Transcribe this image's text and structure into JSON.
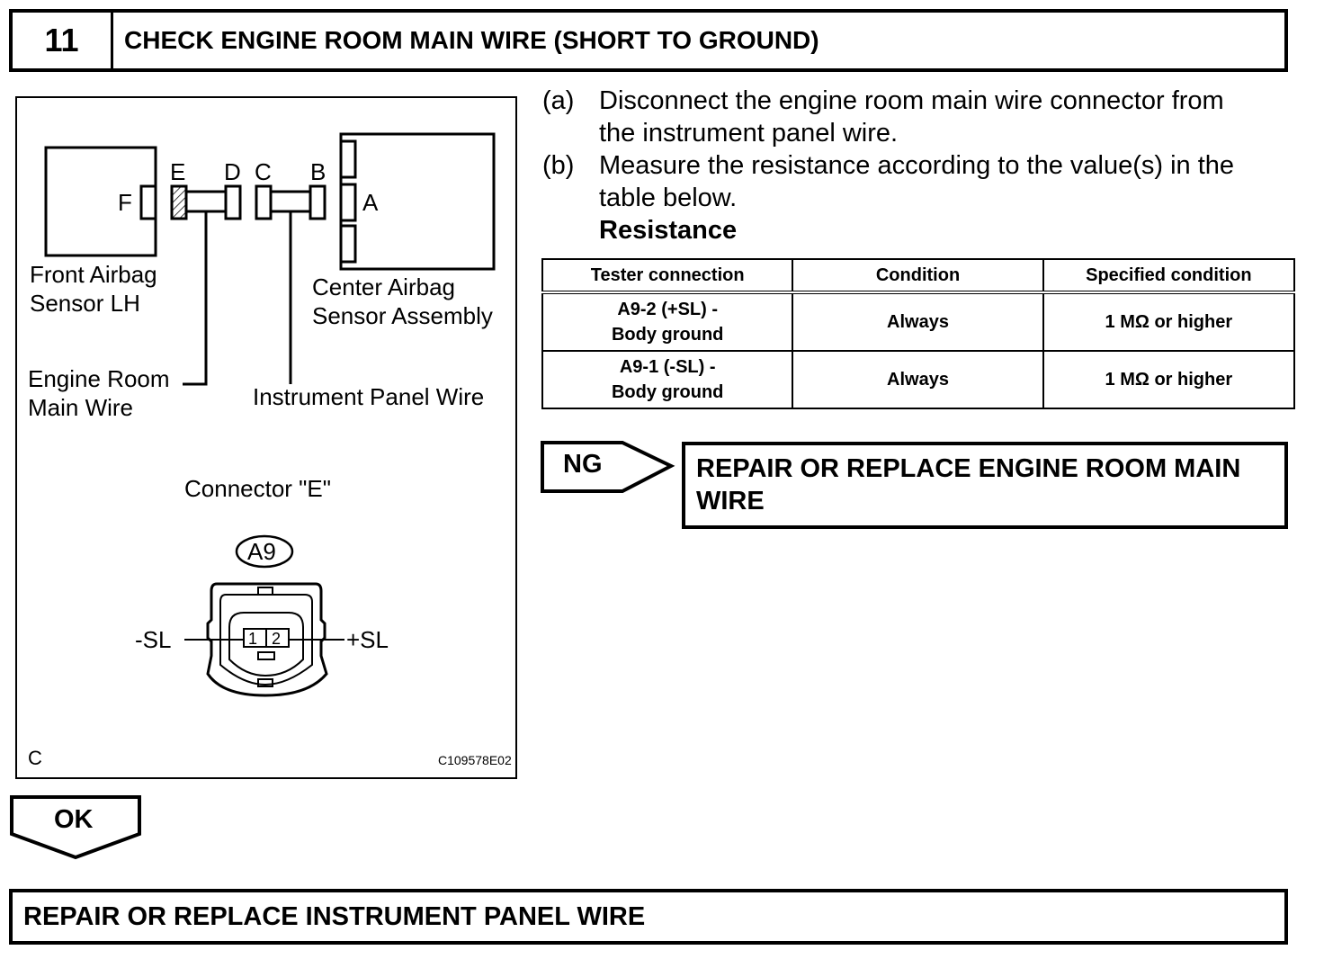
{
  "step": {
    "number": "11",
    "title": "CHECK ENGINE ROOM MAIN WIRE (SHORT TO GROUND)"
  },
  "diagram": {
    "connectors": {
      "F": "F",
      "E": "E",
      "D": "D",
      "C": "C",
      "B": "B",
      "A": "A"
    },
    "front_sensor": [
      "Front Airbag",
      "Sensor LH"
    ],
    "center_sensor": [
      "Center Airbag",
      "Sensor Assembly"
    ],
    "engine_wire": [
      "Engine Room",
      "Main Wire"
    ],
    "instrument_wire": "Instrument Panel Wire",
    "connector_caption": "Connector \"E\"",
    "connector_id": "A9",
    "pin1": "1",
    "pin2": "2",
    "neg_label": "-SL",
    "pos_label": "+SL",
    "corner_letter": "C",
    "figure_code": "C109578E02"
  },
  "procedure": {
    "a_marker": "(a)",
    "a_text": [
      "Disconnect the engine room main wire connector from",
      "the instrument panel wire."
    ],
    "b_marker": "(b)",
    "b_text": [
      "Measure the resistance according to the value(s) in the",
      "table below."
    ],
    "subheading": "Resistance"
  },
  "table": {
    "headers": [
      "Tester connection",
      "Condition",
      "Specified condition"
    ],
    "rows": [
      {
        "connection": [
          "A9-2 (+SL) -",
          "Body ground"
        ],
        "condition": "Always",
        "spec": "1 MΩ or higher"
      },
      {
        "connection": [
          "A9-1 (-SL) -",
          "Body ground"
        ],
        "condition": "Always",
        "spec": "1 MΩ or higher"
      }
    ]
  },
  "results": {
    "ng_label": "NG",
    "ng_action": "REPAIR OR REPLACE ENGINE ROOM MAIN WIRE",
    "ok_label": "OK",
    "ok_action": "REPAIR OR REPLACE INSTRUMENT PANEL WIRE"
  }
}
